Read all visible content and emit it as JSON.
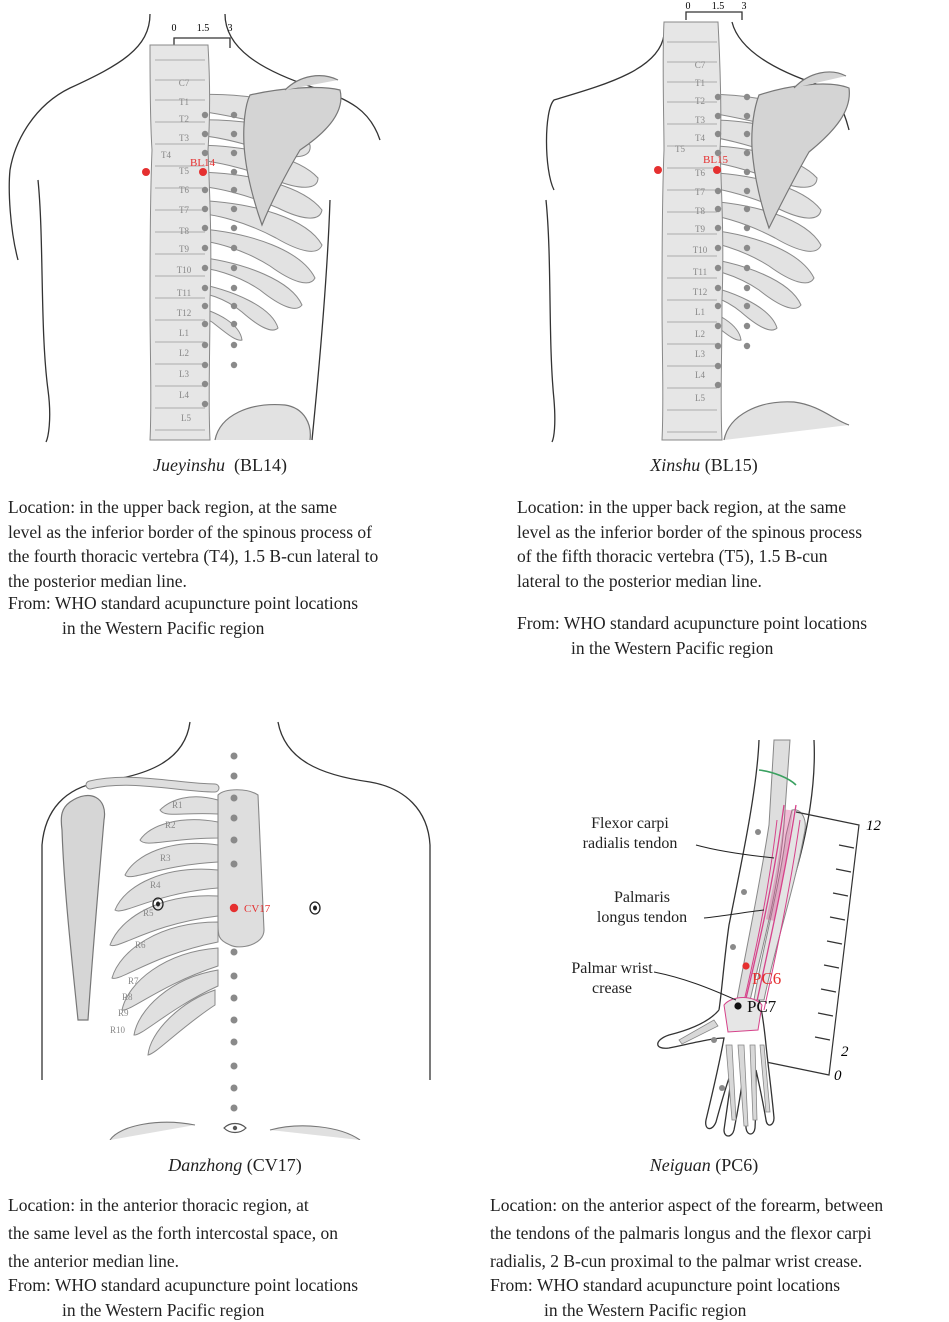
{
  "panels": [
    {
      "name": "Jueyinshu",
      "code": "(BL14)",
      "point_label": "BL14",
      "scale": [
        "0",
        "1.5",
        "3"
      ],
      "vertebrae": [
        "C7",
        "T1",
        "T2",
        "T3",
        "T4",
        "T5",
        "T6",
        "T7",
        "T8",
        "T9",
        "T10",
        "T11",
        "T12",
        "L1",
        "L2",
        "L3",
        "L4",
        "L5"
      ],
      "location": [
        "Location: in the upper back region, at the same",
        "level as the inferior border of the spinous process of",
        "the fourth thoracic vertebra (T4), 1.5 B-cun lateral to",
        "the posterior median line."
      ],
      "source_line1": "From: WHO standard acupuncture point locations",
      "source_line2": "in the Western Pacific region"
    },
    {
      "name": "Xinshu",
      "code": "(BL15)",
      "point_label": "BL15",
      "scale": [
        "0",
        "1.5",
        "3"
      ],
      "vertebrae": [
        "C7",
        "T1",
        "T2",
        "T3",
        "T4",
        "T5",
        "T6",
        "T7",
        "T8",
        "T9",
        "T10",
        "T11",
        "T12",
        "L1",
        "L2",
        "L3",
        "L4",
        "L5"
      ],
      "location": [
        "Location: in the upper back region, at the same",
        "level as the inferior border of the spinous process",
        "of the fifth thoracic vertebra (T5), 1.5 B-cun",
        "lateral to the posterior median line."
      ],
      "source_line1": "From: WHO standard acupuncture point locations",
      "source_line2": "in the Western Pacific region"
    },
    {
      "name": "Danzhong",
      "code": "(CV17)",
      "point_label": "CV17",
      "ribs": [
        "R1",
        "R2",
        "R3",
        "R4",
        "R5",
        "R6",
        "R7",
        "R8",
        "R9",
        "R10"
      ],
      "location": [
        "Location: in the anterior thoracic region, at",
        "the same level as the forth intercostal space, on",
        "the anterior median line."
      ],
      "source_line1": "From: WHO standard acupuncture point locations",
      "source_line2": "in the Western Pacific region"
    },
    {
      "name": "Neiguan",
      "code": "(PC6)",
      "point_label": "PC6",
      "point_label_2": "PC7",
      "labels": {
        "flexor_1": "Flexor carpi",
        "flexor_2": "radialis tendon",
        "palmaris_1": "Palmaris",
        "palmaris_2": "longus tendon",
        "crease_1": "Palmar wrist",
        "crease_2": "crease"
      },
      "scale": [
        "12",
        "2",
        "0"
      ],
      "location": [
        "Location: on the anterior aspect of the forearm, between",
        "the tendons of the palmaris longus and the flexor carpi",
        "radialis, 2 B-cun proximal to the palmar wrist crease."
      ],
      "source_line1": "From: WHO standard acupuncture point locations",
      "source_line2": "in the Western Pacific region"
    }
  ],
  "colors": {
    "point": "#e53030",
    "bone": "#dcdcdc",
    "bone_stroke": "#8a8a8a",
    "dot": "#8a8a8a",
    "tendon": "#d6428a"
  }
}
